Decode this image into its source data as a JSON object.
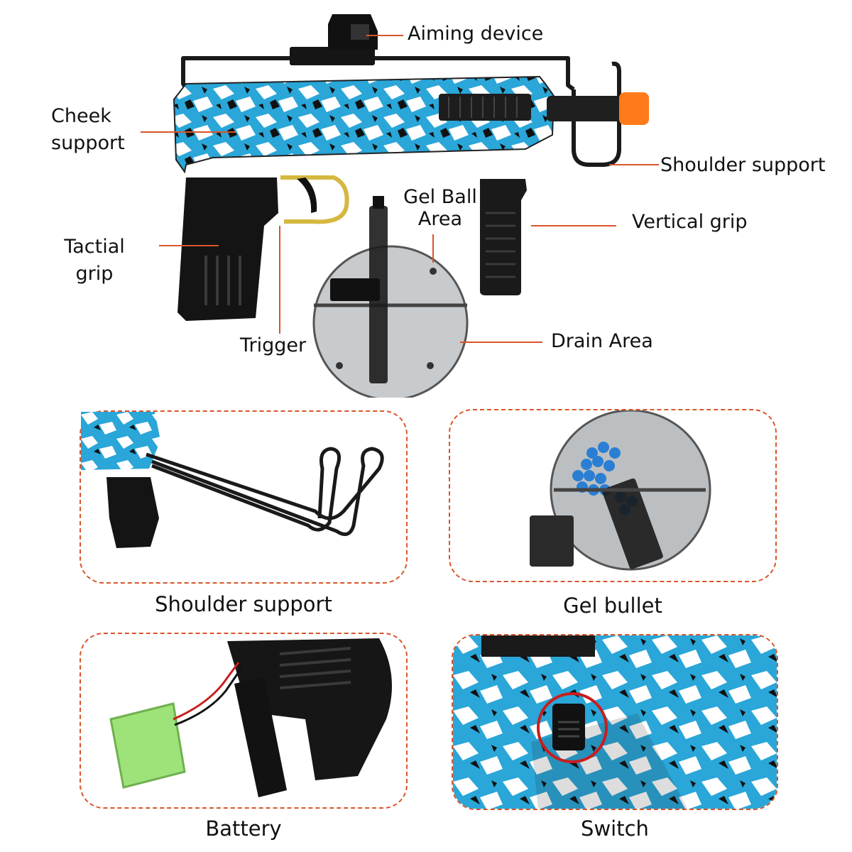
{
  "diagram_labels": {
    "aiming_device": "Aiming device",
    "cheek_support": [
      "Cheek",
      "support"
    ],
    "shoulder_support": "Shoulder support",
    "gel_ball_area": [
      "Gel Ball",
      "Area"
    ],
    "vertical_grip": "Vertical grip",
    "tactical_grip": [
      "Tactial",
      "grip"
    ],
    "trigger": "Trigger",
    "drain_area": "Drain Area"
  },
  "panels": {
    "shoulder_support": "Shoulder support",
    "gel_bullet": "Gel bullet",
    "battery": "Battery",
    "switch": "Switch"
  },
  "colors": {
    "leader_line": "#d9552a",
    "panel_border": "#d9552a",
    "body_blue": "#2aa6d8",
    "muzzle_orange": "#ff7a1a",
    "battery_green": "#9ee37a",
    "highlight_red": "#c81e1e"
  }
}
